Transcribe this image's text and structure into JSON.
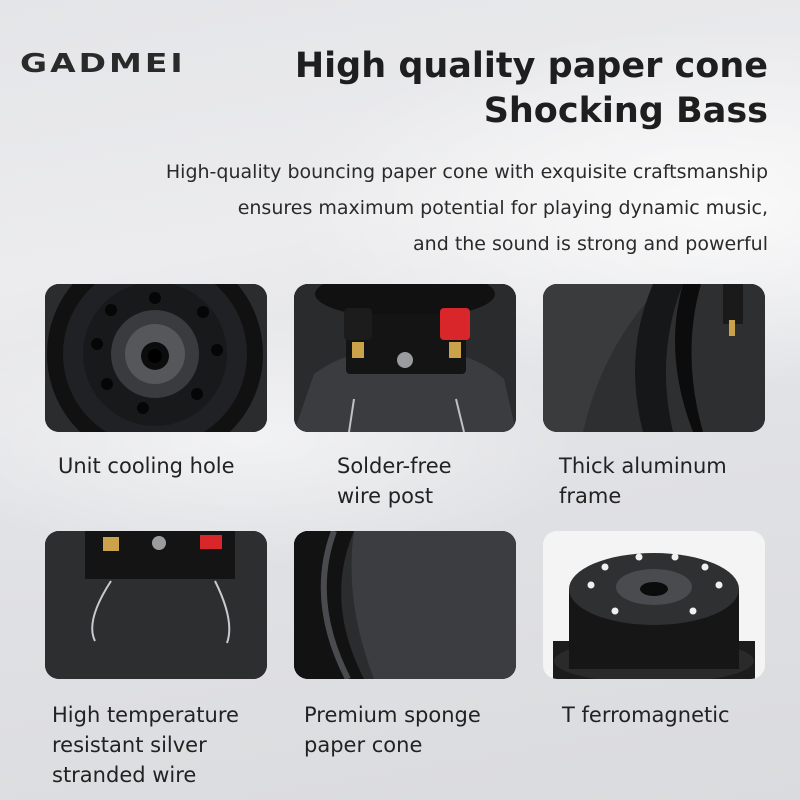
{
  "brand": {
    "logo_text": "GADMEI"
  },
  "headline": {
    "line1": "High quality paper cone",
    "line2": "Shocking Bass"
  },
  "description": {
    "line1": "High-quality bouncing paper cone with exquisite craftsmanship",
    "line2": "ensures  maximum potential for playing dynamic music,",
    "line3": "and the sound is strong and powerful"
  },
  "features": [
    {
      "title_lines": [
        "Unit cooling hole"
      ],
      "image": "cooling-hole-photo"
    },
    {
      "title_lines": [
        "Solder-free",
        "wire post"
      ],
      "image": "wire-post-photo"
    },
    {
      "title_lines": [
        "Thick aluminum",
        "frame"
      ],
      "image": "aluminum-frame-photo"
    },
    {
      "title_lines": [
        "High temperature",
        "resistant silver",
        "stranded wire"
      ],
      "image": "silver-wire-photo"
    },
    {
      "title_lines": [
        "Premium sponge",
        "paper cone"
      ],
      "image": "sponge-cone-photo"
    },
    {
      "title_lines": [
        "T ferromagnetic"
      ],
      "image": "ferromagnetic-photo"
    }
  ],
  "colors": {
    "terminal_red": "#d9262a",
    "terminal_black": "#1c1c1c",
    "gold": "#c9a24a"
  }
}
